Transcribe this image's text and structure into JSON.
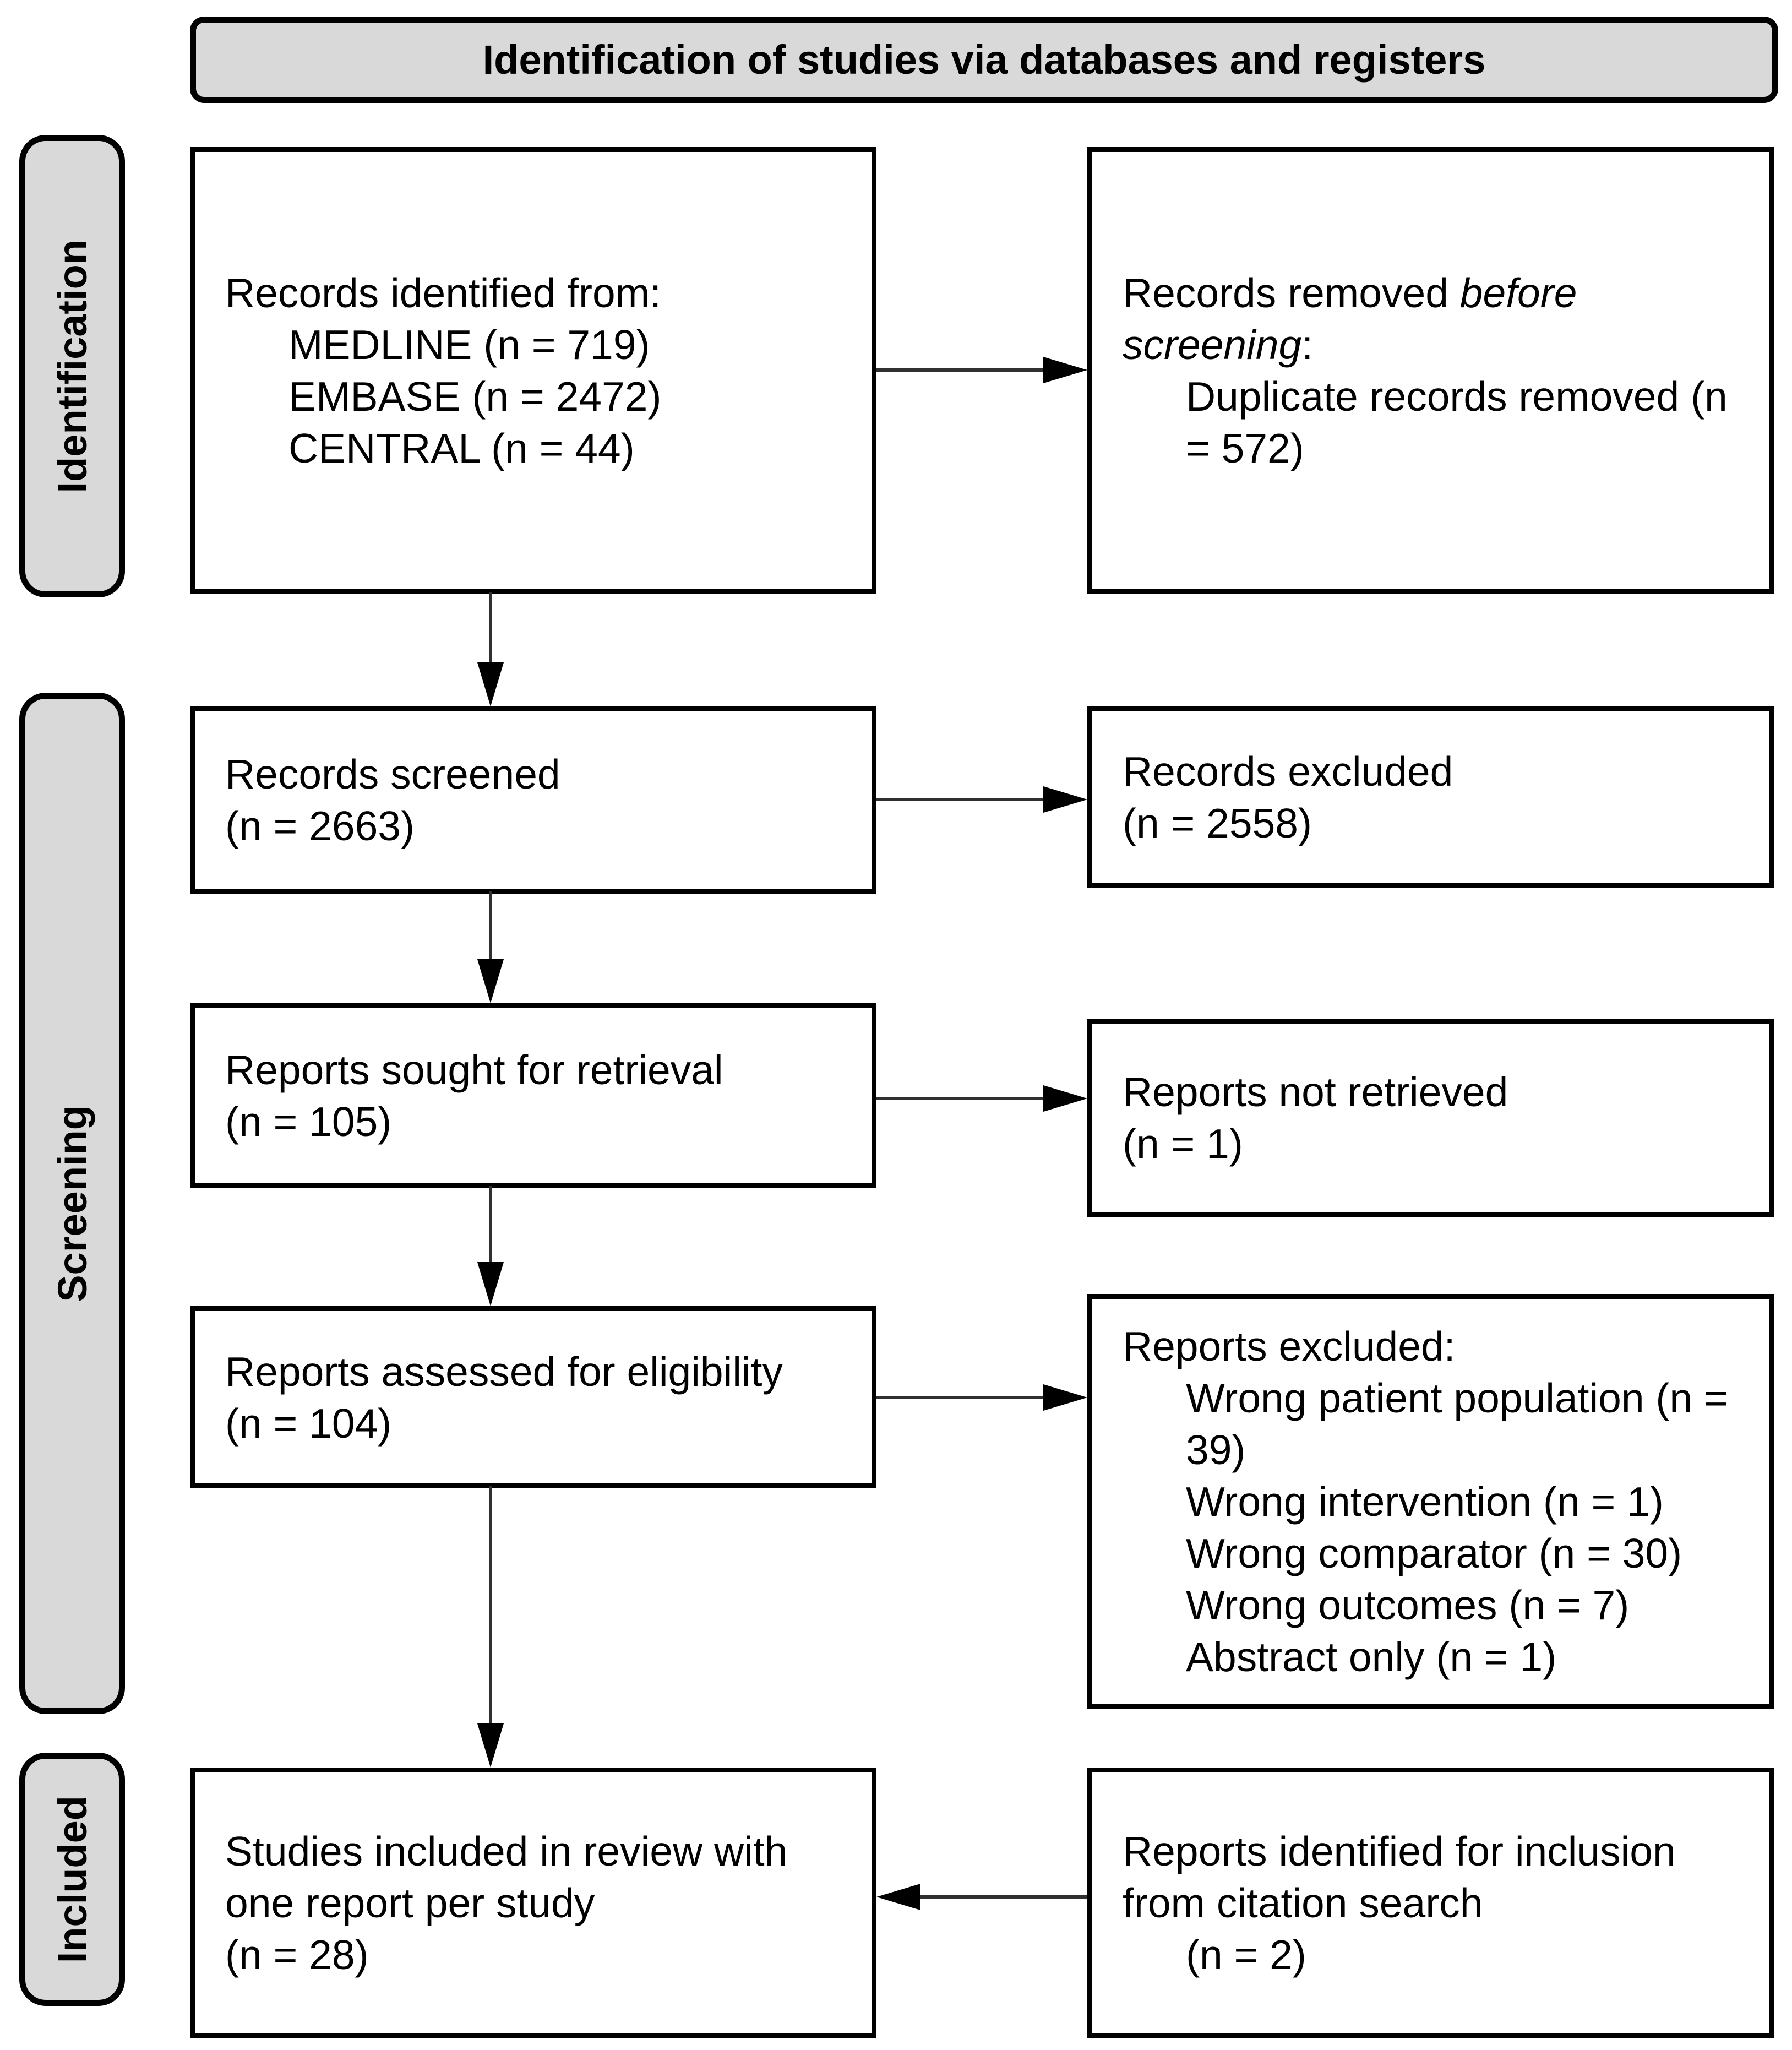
{
  "header": {
    "title": "Identification of studies via databases and registers"
  },
  "sidebar": {
    "identification": "Identification",
    "screening": "Screening",
    "included": "Included"
  },
  "boxes": {
    "records_identified": {
      "lead": "Records identified from:",
      "items": [
        "MEDLINE (n = 719)",
        "EMBASE (n = 2472)",
        "CENTRAL (n = 44)"
      ]
    },
    "records_removed": {
      "lead_start": "Records removed ",
      "lead_italic_line1": "before",
      "lead_italic_line2": "screening",
      "lead_end": ":",
      "items": [
        "Duplicate records removed (n = 572)"
      ]
    },
    "records_screened": {
      "lines": [
        "Records screened",
        "(n = 2663)"
      ]
    },
    "records_excluded": {
      "lines": [
        "Records excluded",
        "(n = 2558)"
      ]
    },
    "reports_sought": {
      "lines": [
        "Reports sought for retrieval",
        "(n = 105)"
      ]
    },
    "reports_not_retrieved": {
      "lines": [
        "Reports not retrieved",
        "(n = 1)"
      ]
    },
    "reports_assessed": {
      "lines": [
        "Reports assessed for eligibility",
        "(n = 104)"
      ]
    },
    "reports_excluded": {
      "lead": "Reports excluded:",
      "items": [
        "Wrong patient population (n = 39)",
        "Wrong intervention (n = 1)",
        "Wrong comparator (n = 30)",
        "Wrong outcomes (n = 7)",
        "Abstract only (n = 1)"
      ]
    },
    "studies_included": {
      "lines": [
        "Studies included in review with",
        "one report per study",
        "(n = 28)"
      ]
    },
    "reports_citation": {
      "lines": [
        "Reports identified for inclusion",
        "from citation search"
      ],
      "n_line": "(n = 2)"
    }
  },
  "colors": {
    "band_fill": "#d9d9d9",
    "box_fill": "#ffffff",
    "border": "#000000",
    "arrow": "#303030",
    "text": "#000000"
  }
}
